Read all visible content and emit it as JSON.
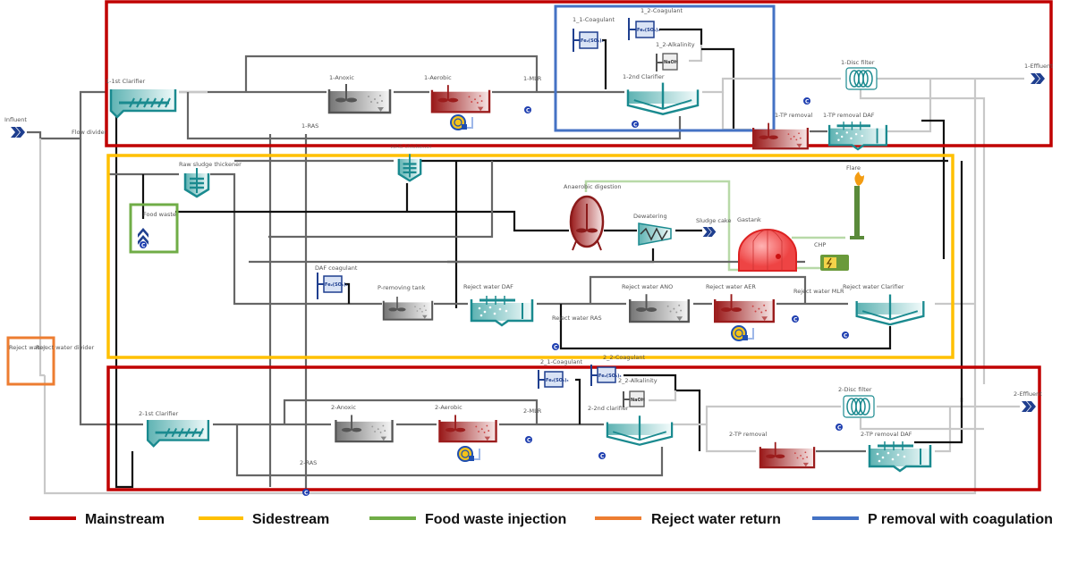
{
  "regions": {
    "mainstream_color": "#c00000",
    "sidestream_color": "#ffc000",
    "food_waste_color": "#70ad47",
    "reject_water_color": "#ed7d31",
    "p_removal_color": "#4472c4"
  },
  "legend": [
    {
      "label": "Mainstream",
      "color": "#c00000"
    },
    {
      "label": "Sidestream",
      "color": "#ffc000"
    },
    {
      "label": "Food waste injection",
      "color": "#70ad47"
    },
    {
      "label": "Reject water return",
      "color": "#ed7d31"
    },
    {
      "label": "P removal with coagulation",
      "color": "#4472c4"
    }
  ],
  "chem": {
    "ferric": "Fe₂(SO₄)₃",
    "naoh": "NaOH",
    "controller": "C"
  },
  "train1": {
    "influent": "Influent",
    "flow_divider": "Flow divider",
    "clarifier1": "1-1st Clarifier",
    "anoxic": "1-Anoxic",
    "aerobic": "1-Aerobic",
    "mlr": "1-MLR",
    "ras": "1-RAS",
    "coag1": "1_1-Coagulant",
    "coag2": "1_2-Coagulant",
    "alkalinity": "1_2-Alkalinity",
    "clarifier2": "1-2nd Clarifier",
    "disc_filter": "1-Disc filter",
    "effluent": "1-Effluent",
    "tp_removal": "1-TP removal",
    "tp_daf": "1-TP removal DAF"
  },
  "sidestream": {
    "raw_thickener": "Raw sludge thickener",
    "food_waste": "Food waste",
    "was_thickener": "WAS thickener",
    "digestion": "Anaerobic digestion",
    "dewatering": "Dewatering",
    "sludge_cake": "Sludge cake",
    "gastank": "Gastank",
    "flare": "Flare",
    "chp": "CHP",
    "daf_coag": "DAF coagulant",
    "p_tank": "P-removing tank",
    "rw_daf": "Reject water DAF",
    "rw_ras": "Reject water RAS",
    "rw_ano": "Reject water ANO",
    "rw_aer": "Reject water AER",
    "rw_mlr": "Reject water MLR",
    "rw_clarifier": "Reject water Clarifier"
  },
  "reject": {
    "reject_water": "Reject water",
    "divider": "Reject water divider"
  },
  "train2": {
    "clarifier1": "2-1st Clarifier",
    "anoxic": "2-Anoxic",
    "aerobic": "2-Aerobic",
    "mlr": "2-MLR",
    "ras": "2-RAS",
    "coag1": "2_1-Coagulant",
    "coag2": "2_2-Coagulant",
    "alkalinity": "2_2-Alkalinity",
    "clarifier2": "2-2nd clarifier",
    "disc_filter": "2-Disc filter",
    "effluent": "2-Effluent",
    "tp_removal": "2-TP removal",
    "tp_daf": "2-TP removal DAF"
  }
}
